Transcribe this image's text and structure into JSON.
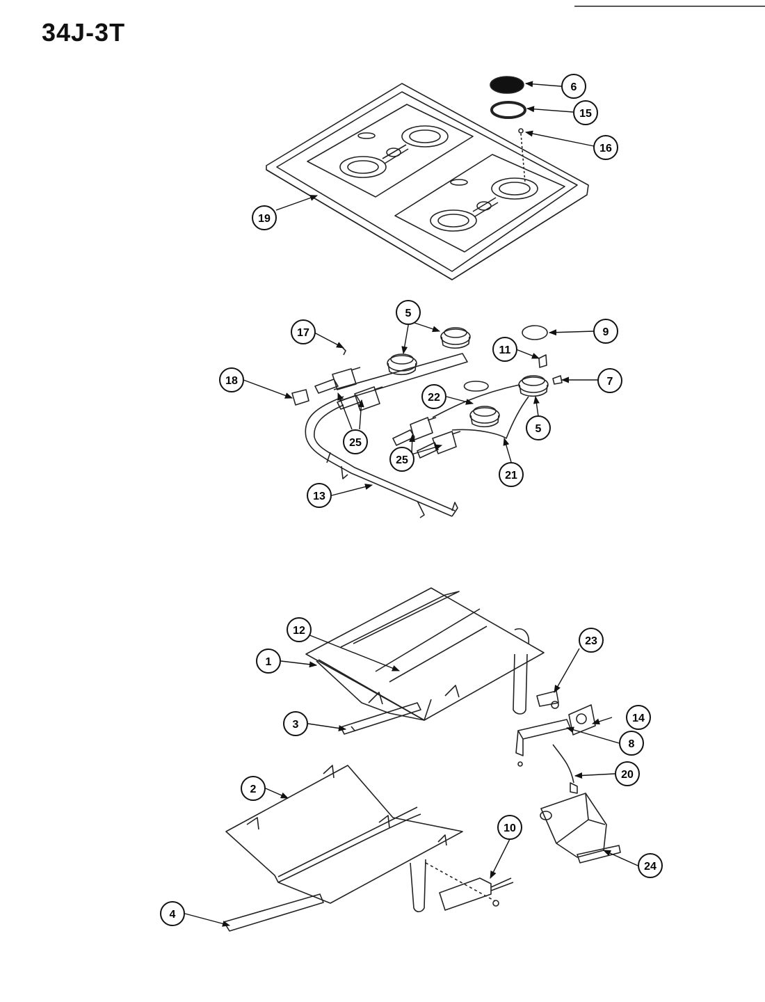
{
  "header": {
    "title": "34J-3T"
  },
  "callouts": [
    {
      "id": "c6",
      "label": "6"
    },
    {
      "id": "c15",
      "label": "15"
    },
    {
      "id": "c16",
      "label": "16"
    },
    {
      "id": "c19",
      "label": "19"
    },
    {
      "id": "c5a",
      "label": "5"
    },
    {
      "id": "c9",
      "label": "9"
    },
    {
      "id": "c17",
      "label": "17"
    },
    {
      "id": "c11",
      "label": "11"
    },
    {
      "id": "c18",
      "label": "18"
    },
    {
      "id": "c7",
      "label": "7"
    },
    {
      "id": "c22",
      "label": "22"
    },
    {
      "id": "c5b",
      "label": "5"
    },
    {
      "id": "c25a",
      "label": "25"
    },
    {
      "id": "c25b",
      "label": "25"
    },
    {
      "id": "c21",
      "label": "21"
    },
    {
      "id": "c13",
      "label": "13"
    },
    {
      "id": "c12",
      "label": "12"
    },
    {
      "id": "c23",
      "label": "23"
    },
    {
      "id": "c1",
      "label": "1"
    },
    {
      "id": "c14",
      "label": "14"
    },
    {
      "id": "c3",
      "label": "3"
    },
    {
      "id": "c8",
      "label": "8"
    },
    {
      "id": "c2",
      "label": "2"
    },
    {
      "id": "c20",
      "label": "20"
    },
    {
      "id": "c10",
      "label": "10"
    },
    {
      "id": "c24",
      "label": "24"
    },
    {
      "id": "c4",
      "label": "4"
    }
  ]
}
